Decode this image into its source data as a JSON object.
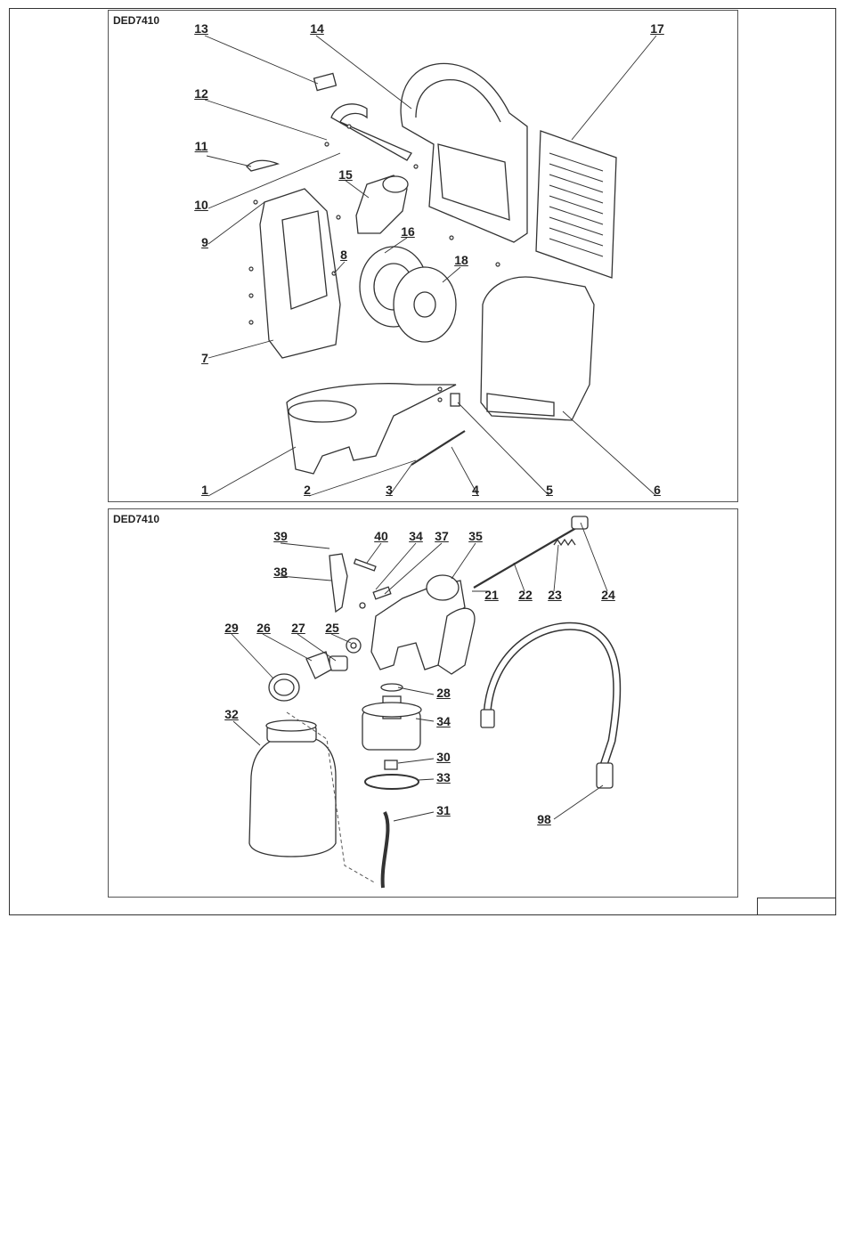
{
  "panels": [
    {
      "model": "DED7410",
      "callouts": [
        "13",
        "14",
        "17",
        "12",
        "11",
        "10",
        "15",
        "9",
        "16",
        "8",
        "18",
        "7",
        "1",
        "2",
        "3",
        "4",
        "5",
        "6"
      ]
    },
    {
      "model": "DED7410",
      "callouts": [
        "39",
        "40",
        "34",
        "37",
        "35",
        "38",
        "21",
        "22",
        "23",
        "24",
        "29",
        "26",
        "27",
        "25",
        "28",
        "32",
        "34",
        "30",
        "33",
        "31",
        "98"
      ]
    }
  ]
}
